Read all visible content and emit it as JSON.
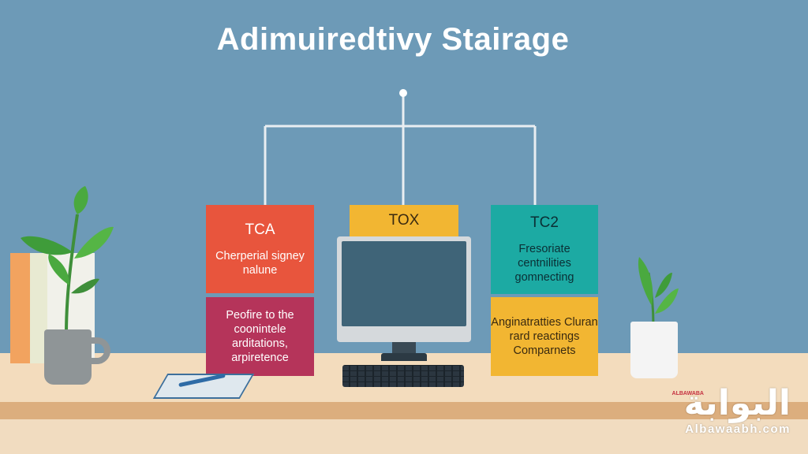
{
  "title": "Adimuiredtivy Stairage",
  "boxes": {
    "left_top": {
      "head": "TCA",
      "body": "Cherperial signey nalune"
    },
    "left_bottom": {
      "body": "Peofire to the coonintele arditations, arpiretence"
    },
    "center_top": {
      "head": "TOX"
    },
    "right_top": {
      "head": "TC2",
      "body": "Fresoriate centnilities gomnecting"
    },
    "right_bottom": {
      "body": "Anginatratties Cluran rard reactings Comparnets"
    }
  },
  "watermark": {
    "arabic": "البوابة",
    "small": "ALBAWABA",
    "latin": "Albawaabh.com"
  },
  "colors": {
    "background": "#6d9ab7",
    "red": "#e8553d",
    "crimson": "#b5345a",
    "yellow": "#f2b632",
    "teal": "#1caaa3",
    "desk": "#f3dcbd"
  },
  "icons": [
    "plant-icon",
    "monitor-icon",
    "keyboard-icon",
    "mug-icon",
    "notebook-icon",
    "book-icon"
  ]
}
